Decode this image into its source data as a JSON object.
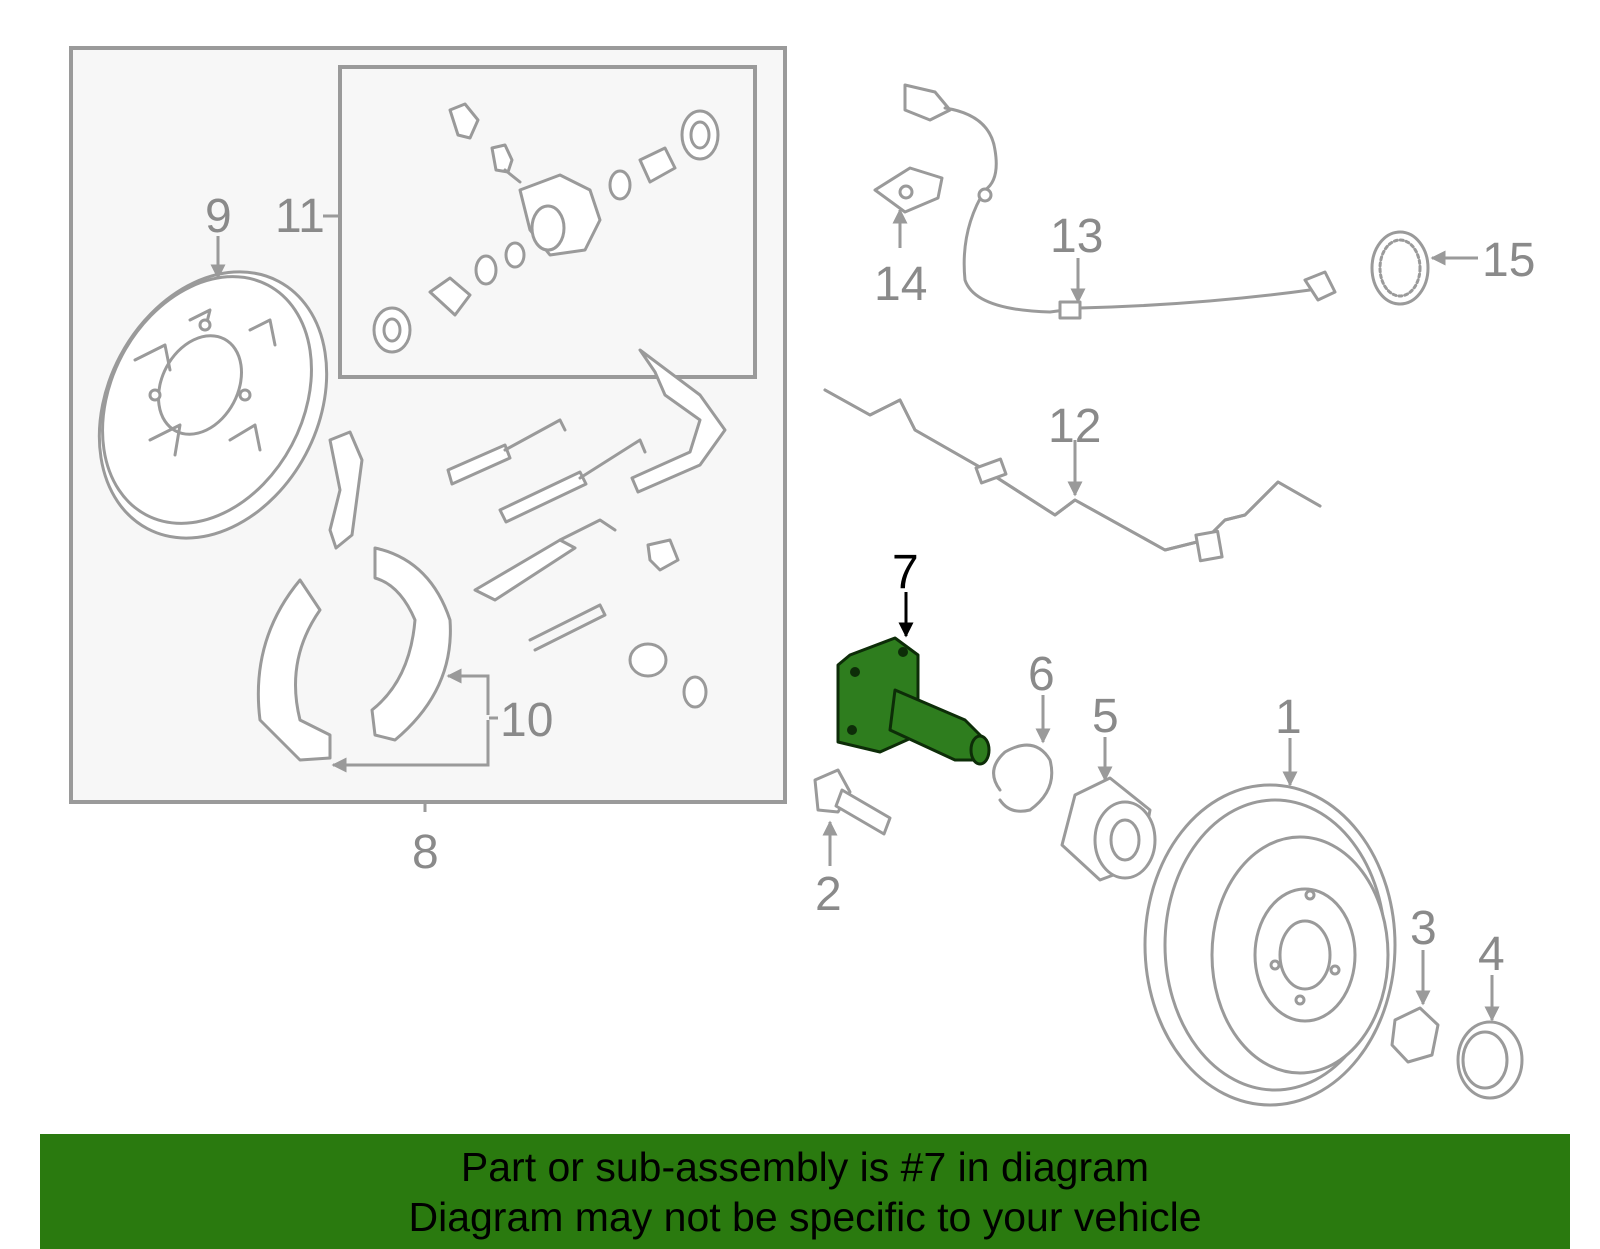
{
  "diagram": {
    "highlighted_part": "7",
    "highlight_color": "#2e7d1e",
    "callouts": [
      "1",
      "2",
      "3",
      "4",
      "5",
      "6",
      "7",
      "8",
      "9",
      "10",
      "11",
      "12",
      "13",
      "14",
      "15"
    ]
  },
  "banner": {
    "line1": "Part or sub-assembly is #7 in diagram",
    "line2": "Diagram may not be specific to your vehicle",
    "background": "#2a7a0f"
  }
}
